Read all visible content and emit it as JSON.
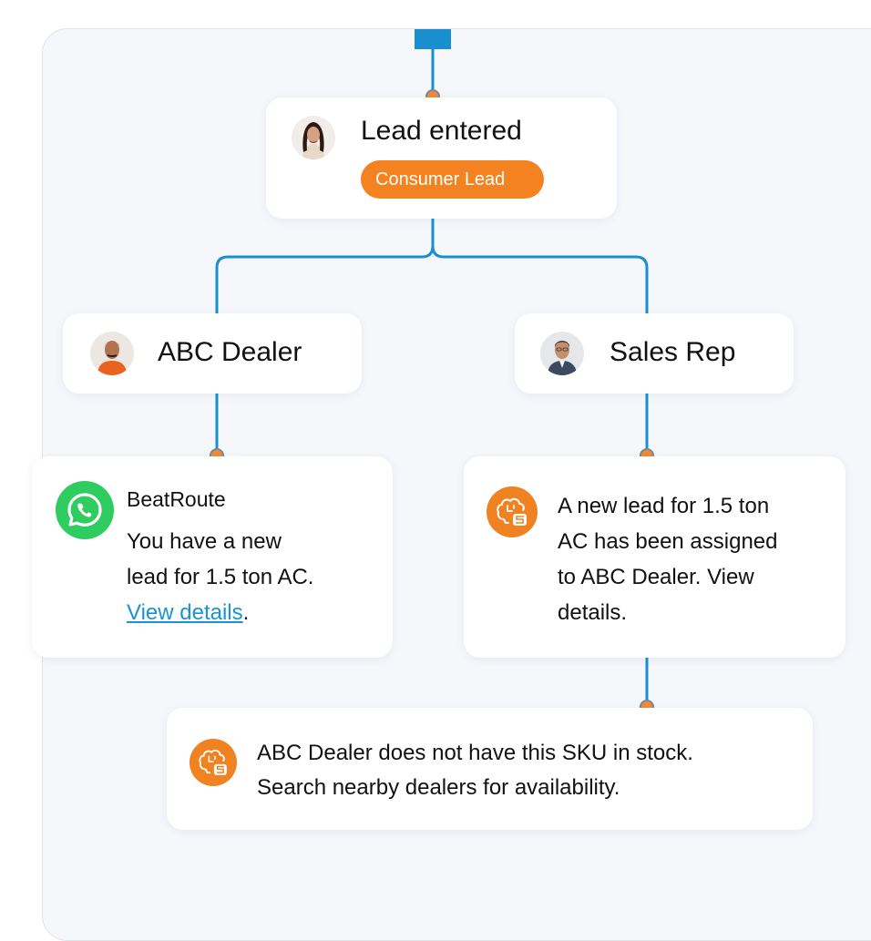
{
  "colors": {
    "connector": "#1a8fcf",
    "node_dot": "#f08a3a",
    "accent": "#f58220",
    "whatsapp": "#2fcc5f"
  },
  "root": {
    "title": "Lead entered",
    "tag": "Consumer Lead",
    "avatar_icon": "woman-avatar-icon"
  },
  "dealer": {
    "title": "ABC Dealer",
    "avatar_icon": "man-avatar-icon",
    "message": {
      "sender": "BeatRoute",
      "icon": "whatsapp-icon",
      "line1": "You have a new",
      "line2": "lead for 1.5 ton AC.",
      "link_text": "View details",
      "after_link": "."
    }
  },
  "sales_rep": {
    "title": "Sales Rep",
    "avatar_icon": "man-avatar-icon",
    "message": {
      "icon": "ai-brain-icon",
      "lines": [
        "A new lead for 1.5 ton",
        "AC has been assigned",
        "to ABC Dealer. View",
        "details."
      ]
    }
  },
  "alert": {
    "icon": "ai-brain-icon",
    "lines": [
      "ABC Dealer does not have this SKU in stock.",
      "Search nearby dealers for availability."
    ]
  }
}
